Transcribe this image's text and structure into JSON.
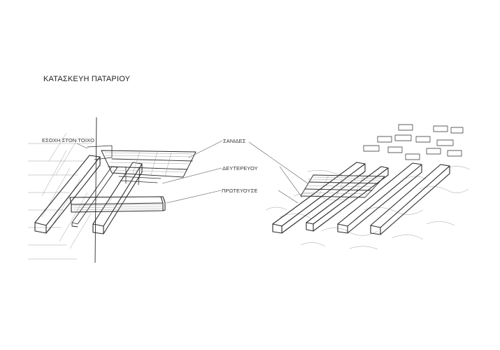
{
  "diagram": {
    "title": "ΚΑΤΑΣΚΕΥΗ ΠΑΤΑΡΙΟΥ",
    "labels": {
      "wall_recess": "ΕΣΟΧΗ ΣΤΟΝ ΤΟΙΧΟ",
      "planks": "ΣΑΝΙΔΕΣ",
      "secondary": "ΔΕΥΤΕΡΕΥΟΥ",
      "primary": "ΠΡΩΤΕΥΟΥΣΕ"
    }
  }
}
